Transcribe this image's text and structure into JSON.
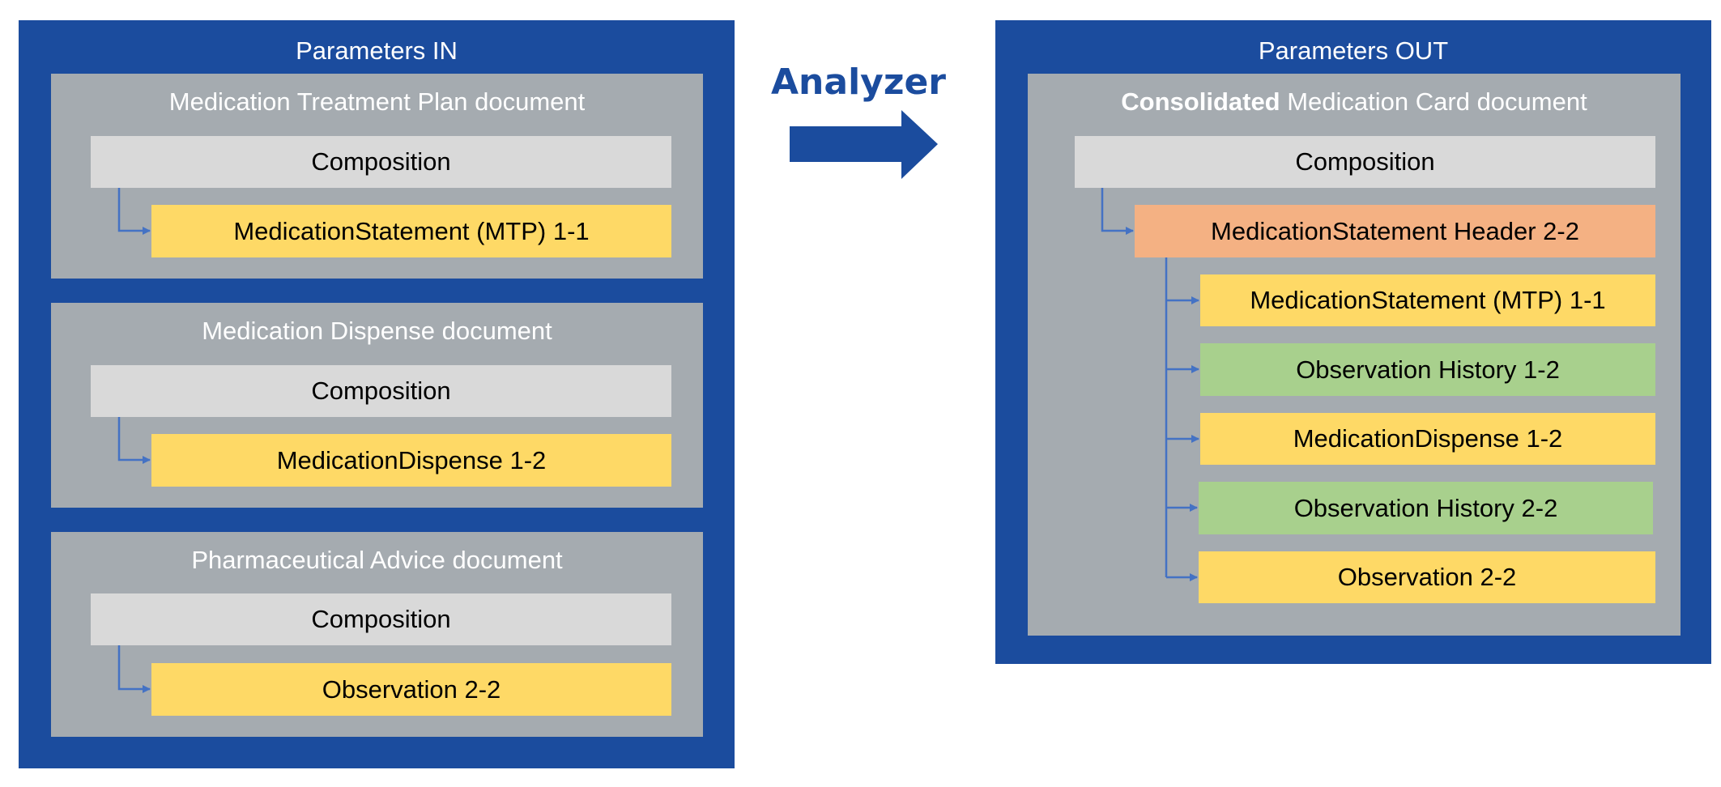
{
  "left_panel": {
    "title": "Parameters IN",
    "documents": [
      {
        "title": "Medication Treatment Plan document",
        "composition": "Composition",
        "entries": [
          "MedicationStatement (MTP) 1-1"
        ]
      },
      {
        "title": "Medication Dispense document",
        "composition": "Composition",
        "entries": [
          "MedicationDispense 1-2"
        ]
      },
      {
        "title": "Pharmaceutical Advice document",
        "composition": "Composition",
        "entries": [
          "Observation 2-2"
        ]
      }
    ]
  },
  "analyzer": {
    "label": "Analyzer"
  },
  "right_panel": {
    "title": "Parameters OUT",
    "document": {
      "title_bold": "Consolidated",
      "title_rest": " Medication Card document",
      "composition": "Composition",
      "header": "MedicationStatement Header 2-2",
      "entries": [
        "MedicationStatement (MTP) 1-1",
        "Observation History 1-2",
        "MedicationDispense 1-2",
        "Observation History 2-2",
        "Observation 2-2"
      ]
    }
  },
  "colors": {
    "outer_blue": "#1b4c9e",
    "document_gray": "#a5abb0",
    "composition_gray": "#d9d9d9",
    "yellow": "#fed966",
    "green": "#a8d08d",
    "orange": "#f4b183",
    "connector": "#4472c4"
  }
}
